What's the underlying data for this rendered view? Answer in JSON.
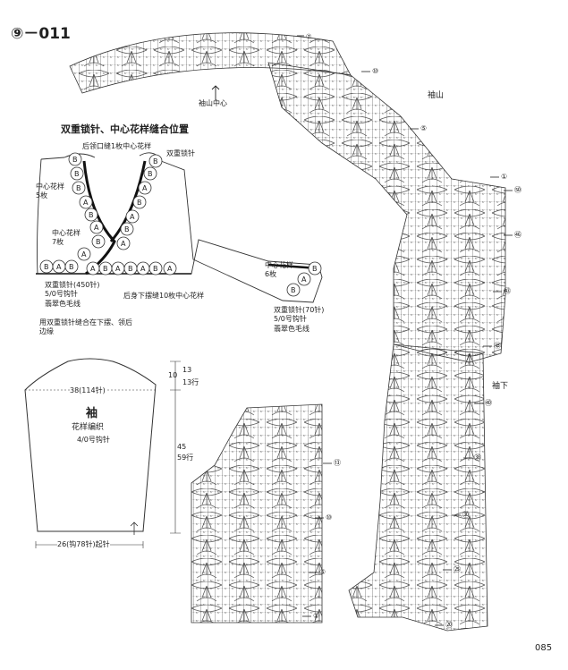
{
  "header": {
    "code": "⑨－011"
  },
  "jacket": {
    "title": "双重锁针、中心花样缝合位置",
    "label_collar_center": "后领口缝1枚中心花样",
    "label_double_chain_top": "双重锁针",
    "label_center_5": "中心花样\n5枚",
    "label_center_7": "中心花样\n7枚",
    "label_center_6": "中心花样\n6枚",
    "label_bottom_chain": "双重锁针(450针)\n5/0号钩针\n翡翠色毛线",
    "label_back_hem": "后身下摆缝10枚中心花样",
    "label_sleeve_chain": "双重锁针(70针)\n5/0号钩针\n翡翠色毛线",
    "label_note": "用双重锁针缝合在下摆、领后\n边缘",
    "motif_a": "A",
    "motif_b": "B"
  },
  "sleeve": {
    "title": "袖",
    "subtitle": "花样编织",
    "hook": "4/0号钩针",
    "width_top": "38(114针)",
    "width_bottom": "26(钩78针)起针",
    "height_cap": "13",
    "height_cap_rows": "13行",
    "height_cap_side": "10",
    "height_body": "45",
    "height_body_rows": "59行"
  },
  "chart": {
    "label_cap": "袖山",
    "label_cap_center": "袖山中心",
    "label_cuff": "袖下",
    "rows_right": [
      "⑦",
      "⑩",
      "⑤",
      "①",
      "㊿",
      "㊻",
      "㊸",
      "㊺",
      "㊵",
      "㊳",
      "㉚",
      "㉕",
      "⑳"
    ],
    "rows_left": [
      "⑬",
      "⑩",
      "⑤",
      "①"
    ]
  },
  "page": {
    "number": "085"
  }
}
